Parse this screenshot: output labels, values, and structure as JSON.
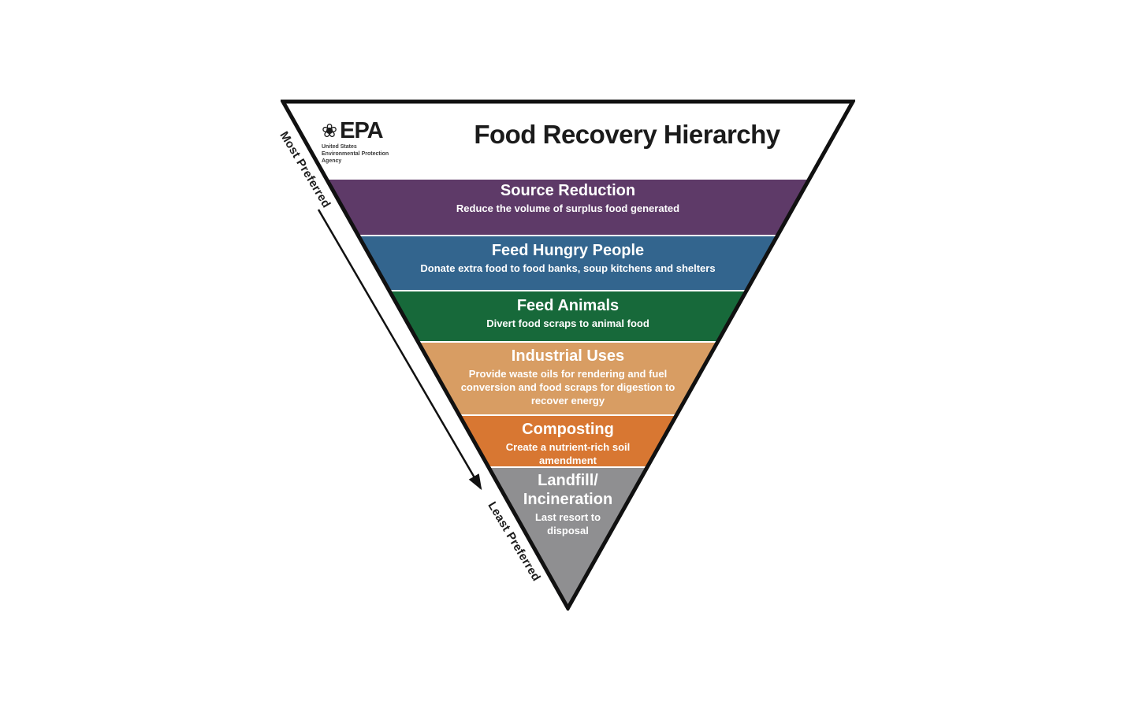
{
  "diagram": {
    "title": "Food Recovery Hierarchy",
    "outline_color": "#111111",
    "logo": {
      "acronym": "EPA",
      "flower_icon": "❀",
      "tagline_line1": "United States",
      "tagline_line2": "Environmental Protection",
      "tagline_line3": "Agency"
    },
    "annotations": {
      "most_preferred": "Most Preferred",
      "least_preferred": "Least Preferred"
    },
    "sections": [
      {
        "label": "Source Reduction",
        "description": "Reduce the volume of surplus food generated",
        "color": "#5e3a68"
      },
      {
        "label": "Feed Hungry People",
        "description": "Donate extra food to food banks, soup kitchens and shelters",
        "color": "#33658e"
      },
      {
        "label": "Feed Animals",
        "description": "Divert food scraps to animal food",
        "color": "#17693a"
      },
      {
        "label": "Industrial Uses",
        "description": "Provide waste oils for rendering and fuel conversion and food scraps for digestion to recover energy",
        "color": "#d89d63"
      },
      {
        "label": "Composting",
        "description": "Create a nutrient-rich soil amendment",
        "color": "#d87732"
      },
      {
        "label": "Landfill/ Incineration",
        "description": "Last resort to disposal",
        "color": "#8f8f91"
      }
    ]
  }
}
